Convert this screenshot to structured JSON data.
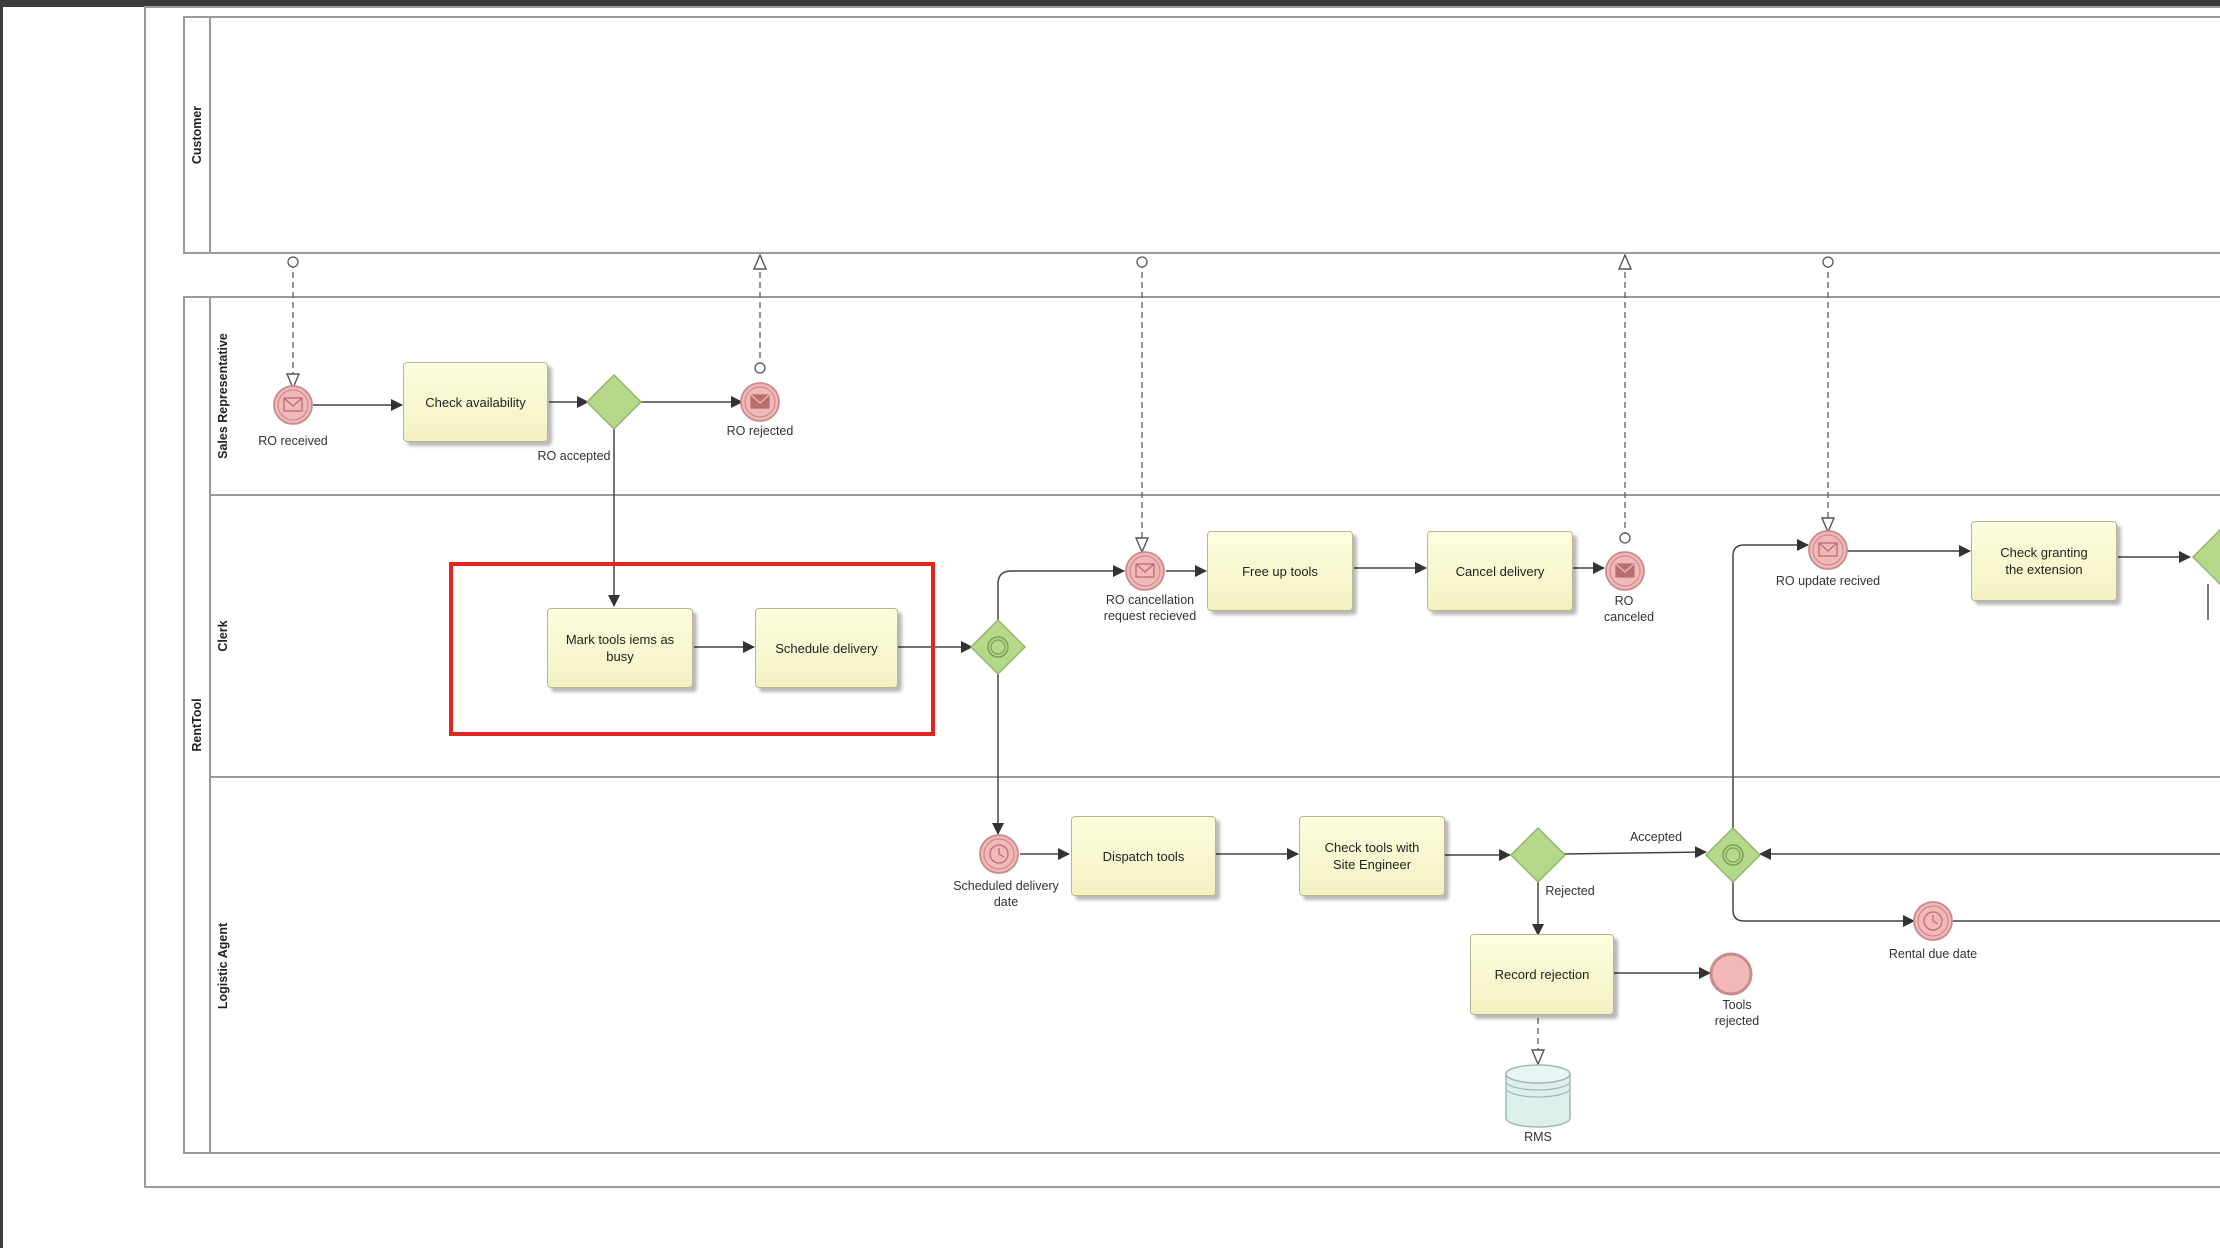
{
  "lanes": {
    "pool_customer": "Customer",
    "pool_renttool": "RentTool",
    "sales_rep": "Sales Representative",
    "clerk": "Clerk",
    "logistic_agent": "Logistic Agent"
  },
  "tasks": {
    "check_availability": "Check availability",
    "mark_tools_busy": "Mark tools iems as busy",
    "schedule_delivery": "Schedule delivery",
    "free_up_tools": "Free up tools",
    "cancel_delivery": "Cancel delivery",
    "check_granting": "Check granting the extension",
    "dispatch_tools": "Dispatch tools",
    "check_tools_site": "Check tools with Site Engineer",
    "record_rejection": "Record rejection"
  },
  "events": {
    "ro_received": "RO received",
    "ro_rejected": "RO rejected",
    "ro_cancellation": "RO cancellation request recieved",
    "ro_canceled": "RO canceled",
    "ro_update": "RO update recived",
    "scheduled_delivery_date": "Scheduled delivery date",
    "rental_due_date": "Rental due date",
    "tools_rejected": "Tools rejected"
  },
  "flows": {
    "ro_accepted": "RO accepted",
    "accepted": "Accepted",
    "rejected": "Rejected"
  },
  "data_store": {
    "rms": "RMS"
  },
  "colors": {
    "task_fill": "#fdfde0",
    "gateway": "#b6d88a",
    "event_fill": "#f2b8b8",
    "event_stroke": "#c98b8b",
    "highlight": "#e0261f",
    "datastore": "#dcefeb"
  }
}
